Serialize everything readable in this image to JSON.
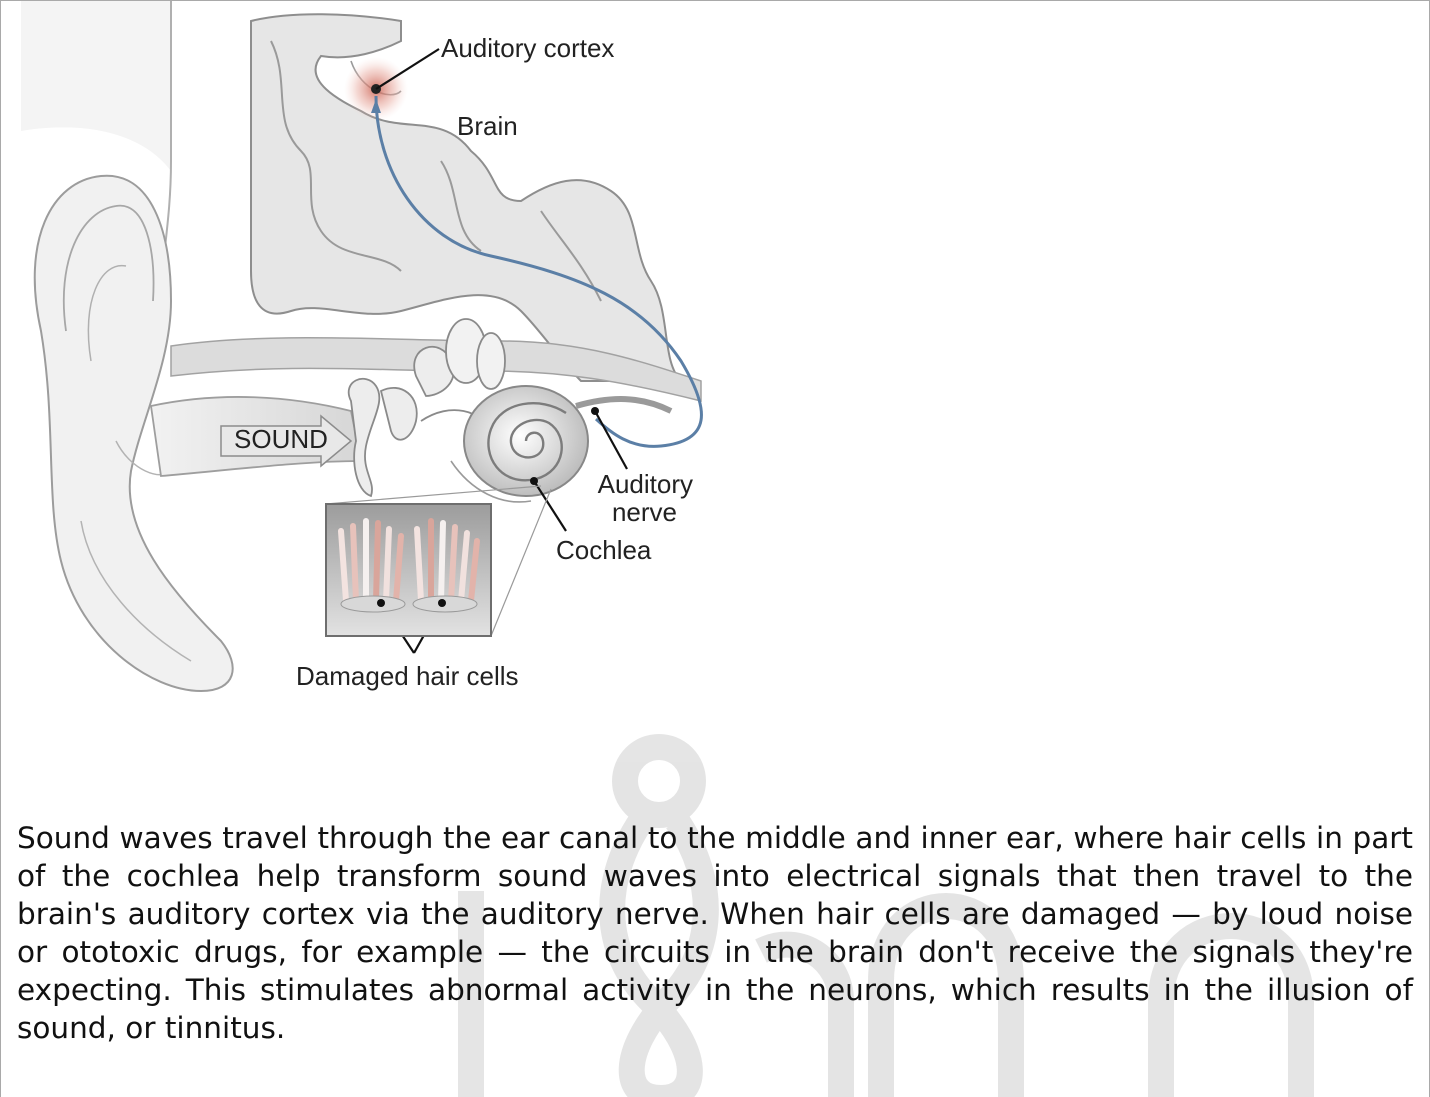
{
  "figure": {
    "labels": {
      "auditory_cortex": "Auditory cortex",
      "brain": "Brain",
      "sound_arrow": "SOUND",
      "auditory_nerve_line1": "Auditory",
      "auditory_nerve_line2": "nerve",
      "cochlea": "Cochlea",
      "damaged_hair_cells": "Damaged hair cells"
    },
    "icons": [
      "ear-icon",
      "brain-icon",
      "cochlea-icon",
      "hair-cells-icon",
      "watermark-logo"
    ]
  },
  "caption": {
    "text": "Sound waves travel through the ear canal to the middle and inner ear, where hair cells in part of the cochlea help transform sound waves into electrical signals that then travel to the brain's auditory cortex via the auditory nerve. When hair cells are damaged — by loud noise or ototoxic drugs, for example — the circuits in the brain don't receive the signals they're expecting. This stimulates abnormal activity in the neurons, which results in the illusion of sound, or tinnitus."
  },
  "colors": {
    "nerve_path": "#5b7fa6",
    "cortex_glow": "#d9786a",
    "outline": "#8a8a8a",
    "tissue_fill": "#eeeeee",
    "watermark": "#d0d0d0"
  }
}
